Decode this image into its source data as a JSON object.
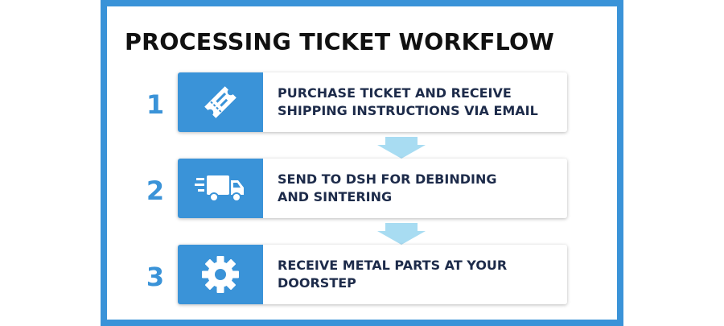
{
  "title": "PROCESSING TICKET WORKFLOW",
  "colors": {
    "frame": "#3a93d8",
    "accent": "#3a93d8",
    "arrow": "#a8dcf2",
    "text": "#1d2b4a"
  },
  "steps": [
    {
      "number": "1",
      "icon": "ticket-icon",
      "lines": [
        "PURCHASE TICKET AND RECEIVE",
        "SHIPPING INSTRUCTIONS VIA EMAIL"
      ]
    },
    {
      "number": "2",
      "icon": "delivery-truck-icon",
      "lines": [
        "SEND TO DSH FOR DEBINDING",
        "AND SINTERING"
      ]
    },
    {
      "number": "3",
      "icon": "gear-icon",
      "lines": [
        "RECEIVE METAL PARTS AT YOUR",
        "DOORSTEP"
      ]
    }
  ]
}
